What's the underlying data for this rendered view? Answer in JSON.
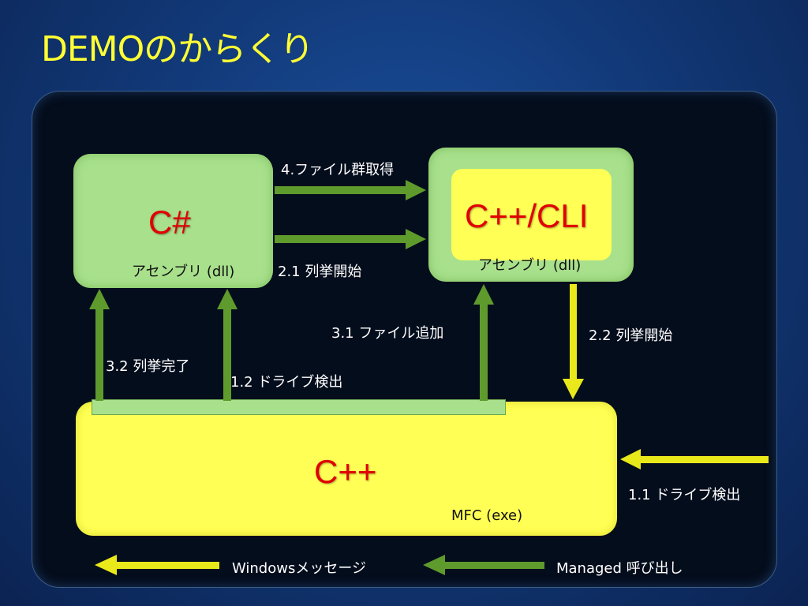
{
  "title": "DEMOのからくり",
  "boxes": {
    "csharp": {
      "name": "C#",
      "sub": "アセンブリ (dll)"
    },
    "cli": {
      "name": "C++/CLI",
      "sub": "アセンブリ (dll)"
    },
    "cpp": {
      "name": "C++",
      "sub": "MFC (exe)"
    }
  },
  "labels": {
    "step_4": "4.ファイル群取得",
    "step_2_1": "2.1 列挙開始",
    "step_3_1": "3.1 ファイル追加",
    "step_2_2": "2.2 列挙開始",
    "step_3_2": "3.2 列挙完了",
    "step_1_2": "1.2 ドライブ検出",
    "step_1_1": "1.1 ドライブ検出"
  },
  "legend": {
    "windows_message": "Windowsメッセージ",
    "managed_call": "Managed 呼び出し"
  },
  "colors": {
    "title": "#ffff33",
    "green_arrow": "#5e9b2c",
    "yellow_arrow": "#e8e81a",
    "box_green": "#a8e08c",
    "box_yellow": "#ffff55",
    "box_text": "#e10000"
  }
}
